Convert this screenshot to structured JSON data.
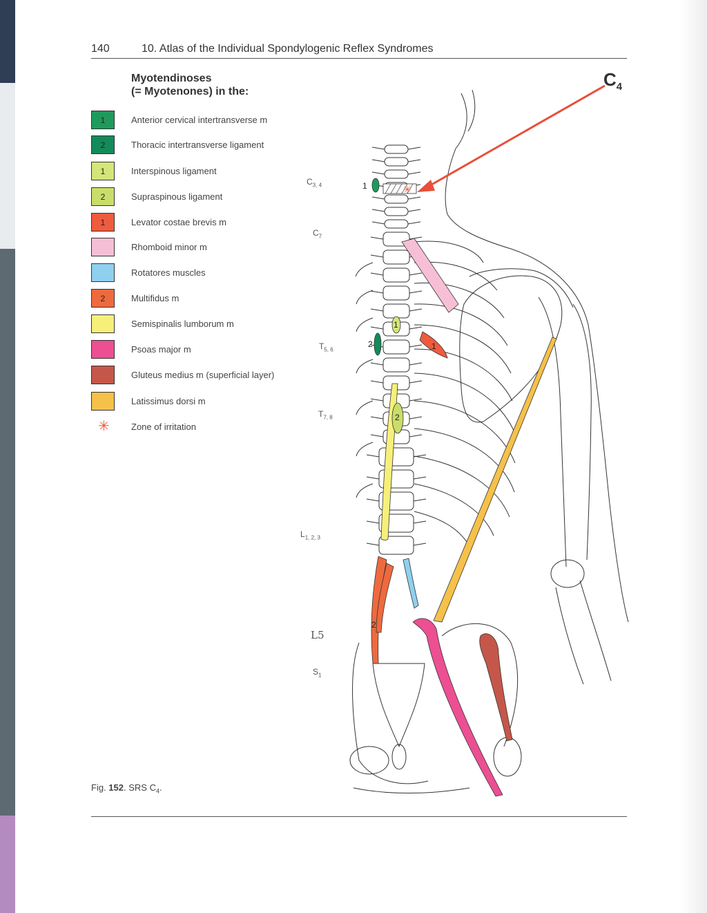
{
  "header": {
    "page_number": "140",
    "running_head": "10. Atlas of the Individual Spondylogenic Reflex Syndromes"
  },
  "legend": {
    "title_line1": "Myotendinoses",
    "title_line2": "(= Myotenones) in the:",
    "items": [
      {
        "number": "1",
        "label": "Anterior cervical intertransverse m",
        "color": "#1f9a5c"
      },
      {
        "number": "2",
        "label": "Thoracic intertransverse ligament",
        "color": "#138a5a"
      },
      {
        "number": "1",
        "label": "Interspinous ligament",
        "color": "#d4e57a"
      },
      {
        "number": "2",
        "label": "Supraspinous ligament",
        "color": "#c9dd6a"
      },
      {
        "number": "1",
        "label": "Levator costae brevis m",
        "color": "#ef5b3c"
      },
      {
        "number": "",
        "label": "Rhomboid minor m",
        "color": "#f7bfd6"
      },
      {
        "number": "",
        "label": "Rotatores muscles",
        "color": "#8fd0ee"
      },
      {
        "number": "2",
        "label": "Multifidus m",
        "color": "#ee6a3e"
      },
      {
        "number": "",
        "label": "Semispinalis lumborum m",
        "color": "#f6f07a"
      },
      {
        "number": "",
        "label": "Psoas major m",
        "color": "#ec4f92"
      },
      {
        "number": "",
        "label": "Gluteus medius m (superficial layer)",
        "color": "#c4574a"
      },
      {
        "number": "",
        "label": "Latissimus dorsi m",
        "color": "#f5c14a"
      }
    ],
    "irritation": {
      "symbol": "✳",
      "label": "Zone of irritation",
      "color": "#e9573f"
    }
  },
  "segments": {
    "c34": {
      "main": "C",
      "sub": "3, 4"
    },
    "c7": {
      "main": "C",
      "sub": "7"
    },
    "t56": {
      "main": "T",
      "sub": "5, 6"
    },
    "t78": {
      "main": "T",
      "sub": "7, 8"
    },
    "l123": {
      "main": "L",
      "sub": "1, 2, 3"
    },
    "l5": {
      "main": "L5"
    },
    "s1": {
      "main": "S",
      "sub": "1"
    }
  },
  "region": {
    "main": "C",
    "sub": "4"
  },
  "diagram_numbers": {
    "cervical": "1",
    "thoracic": "2",
    "interspinous": "1",
    "supraspinous": "2",
    "levator": "1",
    "multifidus": "2"
  },
  "caption": {
    "prefix": "Fig.",
    "number": "152",
    "text": ". SRS C",
    "sub": "4",
    "suffix": "."
  },
  "colors": {
    "arrow": "#e8503a",
    "line": "#333333"
  }
}
